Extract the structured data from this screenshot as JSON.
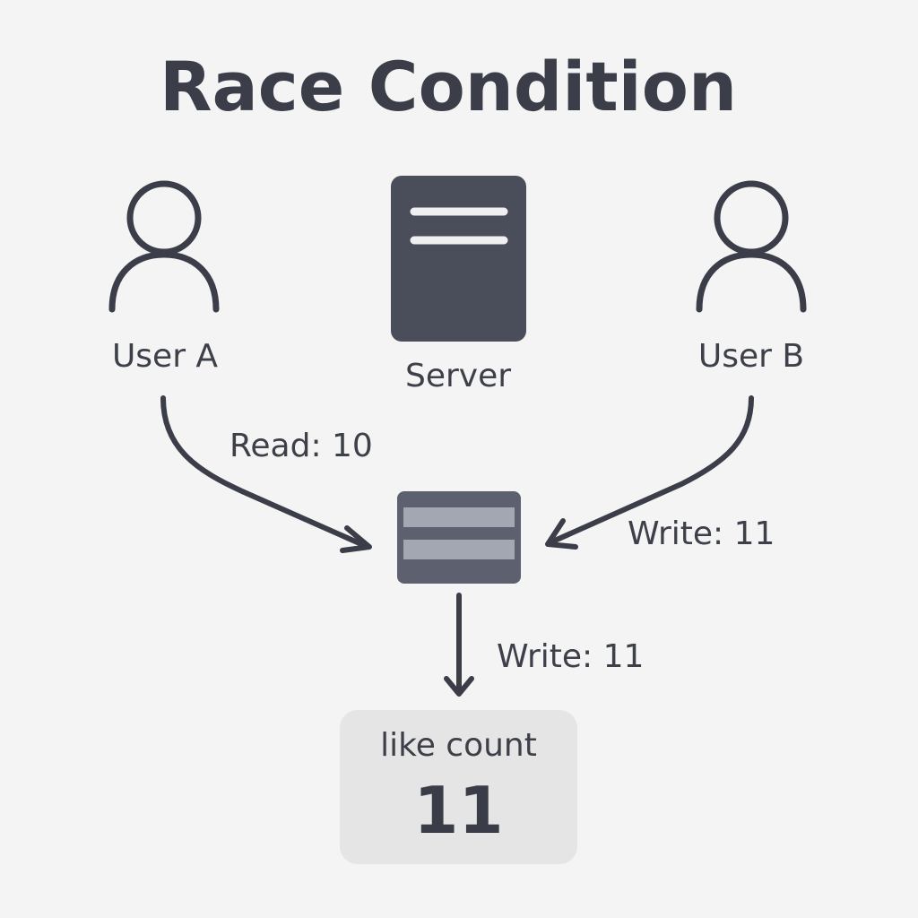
{
  "title": "Race Condition",
  "nodes": {
    "user_a": "User A",
    "server": "Server",
    "user_b": "User B"
  },
  "edges": {
    "user_a_to_db": "Read: 10",
    "user_b_to_db": "Write: 11",
    "db_to_result": "Write: 11"
  },
  "result": {
    "caption": "like count",
    "value": "11"
  },
  "colors": {
    "background": "#f4f4f4",
    "ink": "#3b3e48",
    "server_fill": "#4a4d5a",
    "database_fill": "#5c606f",
    "database_rows": "#a3a7b1",
    "result_fill": "#e5e5e5"
  },
  "icons": {
    "user_a": "user-icon",
    "server": "server-icon",
    "user_b": "user-icon",
    "database": "database-icon"
  }
}
